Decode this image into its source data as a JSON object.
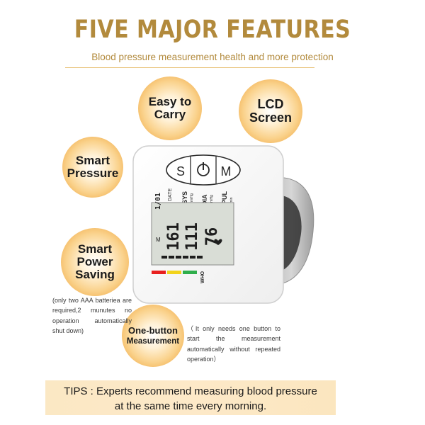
{
  "header": {
    "title": "FIVE MAJOR FEATURES",
    "subtitle": "Blood pressure measurement health and more protection"
  },
  "features": {
    "easy_carry": [
      "Easy to",
      "Carry"
    ],
    "lcd_screen": [
      "LCD",
      "Screen"
    ],
    "smart_pressure": [
      "Smart",
      "Pressure"
    ],
    "smart_power": [
      "Smart",
      "Power",
      "Saving"
    ],
    "one_button": [
      "One-button",
      "Measurement"
    ]
  },
  "notes": {
    "power": "(only two AAA batteriea are required,2 munutes no operation automatically shut down)",
    "one_button": "（It only needs one button to start the measurement automatically without repeated operation）"
  },
  "device": {
    "button_s": "S",
    "button_m": "M",
    "labels": {
      "date": "DATE",
      "sys": "SYS",
      "sys_unit": "mmHg",
      "dia": "DIA",
      "dia_unit": "mmHg",
      "pul": "PUL",
      "pul_unit": "/min",
      "who": "WHO"
    },
    "display": {
      "sys_value": "161",
      "dia_value": "111",
      "pul_value": "76",
      "date_value": "1/01",
      "mem": "M"
    },
    "who_colors": [
      "#e8201f",
      "#f2d31b",
      "#2fae4b"
    ]
  },
  "tips": {
    "line1": "TIPS : Experts recommend measuring blood pressure",
    "line2": "at the same time every morning."
  }
}
